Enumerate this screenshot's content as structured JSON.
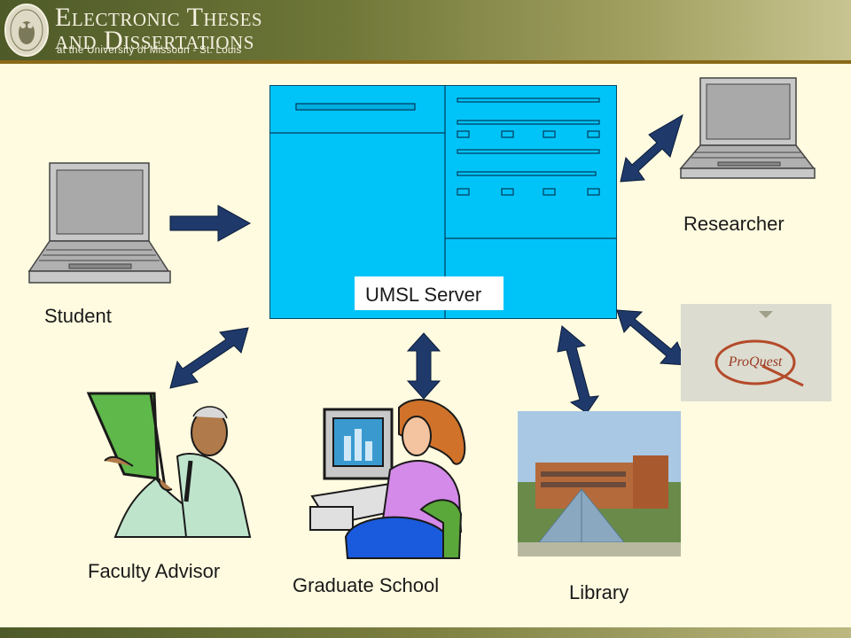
{
  "header": {
    "title_line1": "Electronic Theses",
    "title_line2": "and Dissertations",
    "subtitle": "at the University of Missouri - St. Louis"
  },
  "nodes": {
    "server": "UMSL Server",
    "student": "Student",
    "researcher": "Researcher",
    "faculty_advisor": "Faculty Advisor",
    "graduate_school": "Graduate School",
    "library": "Library",
    "proquest_logo": "ProQuest"
  },
  "colors": {
    "server_fill": "#00c4f8",
    "arrow_fill": "#1f3a6a",
    "background": "#fffbe0",
    "header": "#6f7738"
  },
  "icons": [
    "laptop-icon",
    "arrow-icon",
    "owl-seal-icon",
    "proquest-logo",
    "library-photo",
    "advisor-clipart",
    "graduate-clipart"
  ]
}
